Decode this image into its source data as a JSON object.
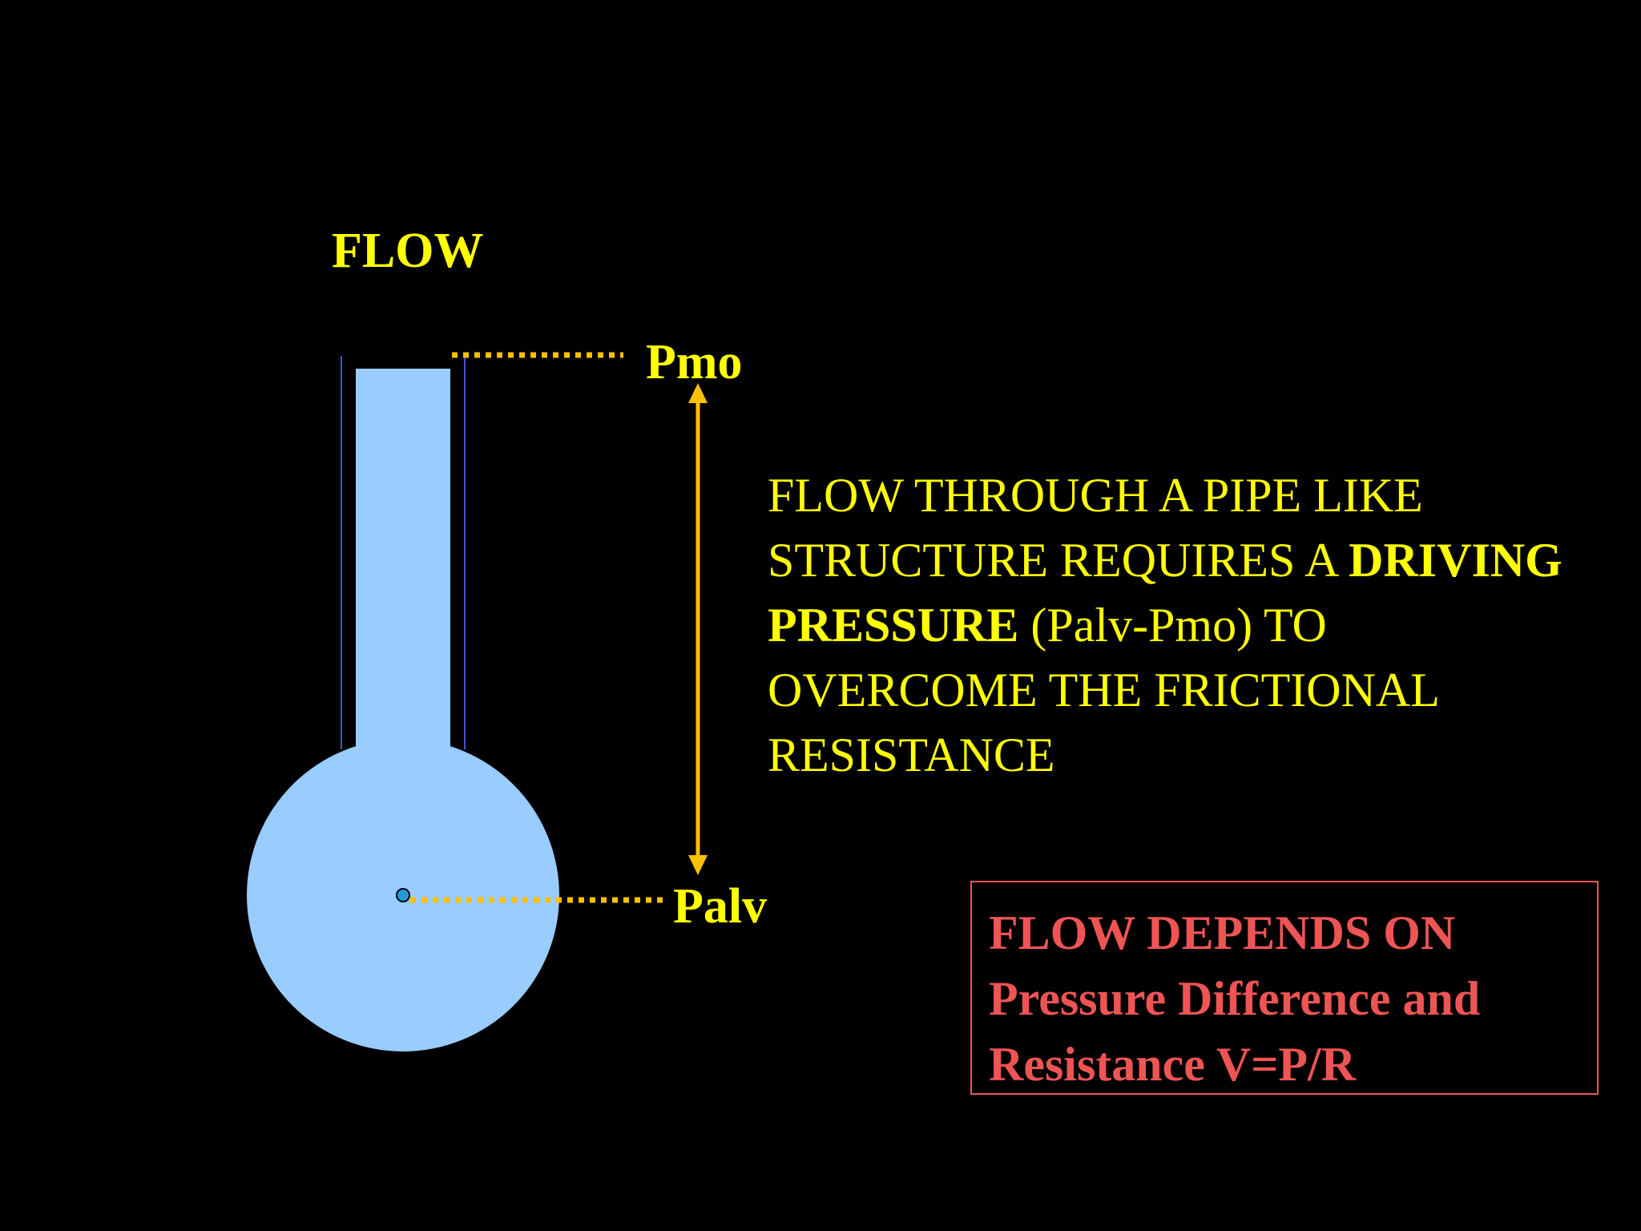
{
  "colors": {
    "background": "#000000",
    "text_yellow": "#ffff00",
    "callout_red": "#ef5455",
    "flask_fill": "#99ccff",
    "tube_outline": "#3d55d6",
    "arrow_gold": "#ffc000",
    "dot_fill": "#1f9bd8"
  },
  "labels": {
    "flow": "FLOW",
    "pmo": "Pmo",
    "palv": "Palv"
  },
  "explanation": {
    "part1": "FLOW THROUGH A PIPE LIKE STRUCTURE REQUIRES A ",
    "emphasis": "DRIVING PRESSURE",
    "part2": " (Palv-Pmo) TO OVERCOME THE FRICTIONAL RESISTANCE"
  },
  "callout": {
    "line1": "FLOW DEPENDS ON",
    "line2": "Pressure Difference and",
    "line3": "Resistance V=P/R"
  }
}
